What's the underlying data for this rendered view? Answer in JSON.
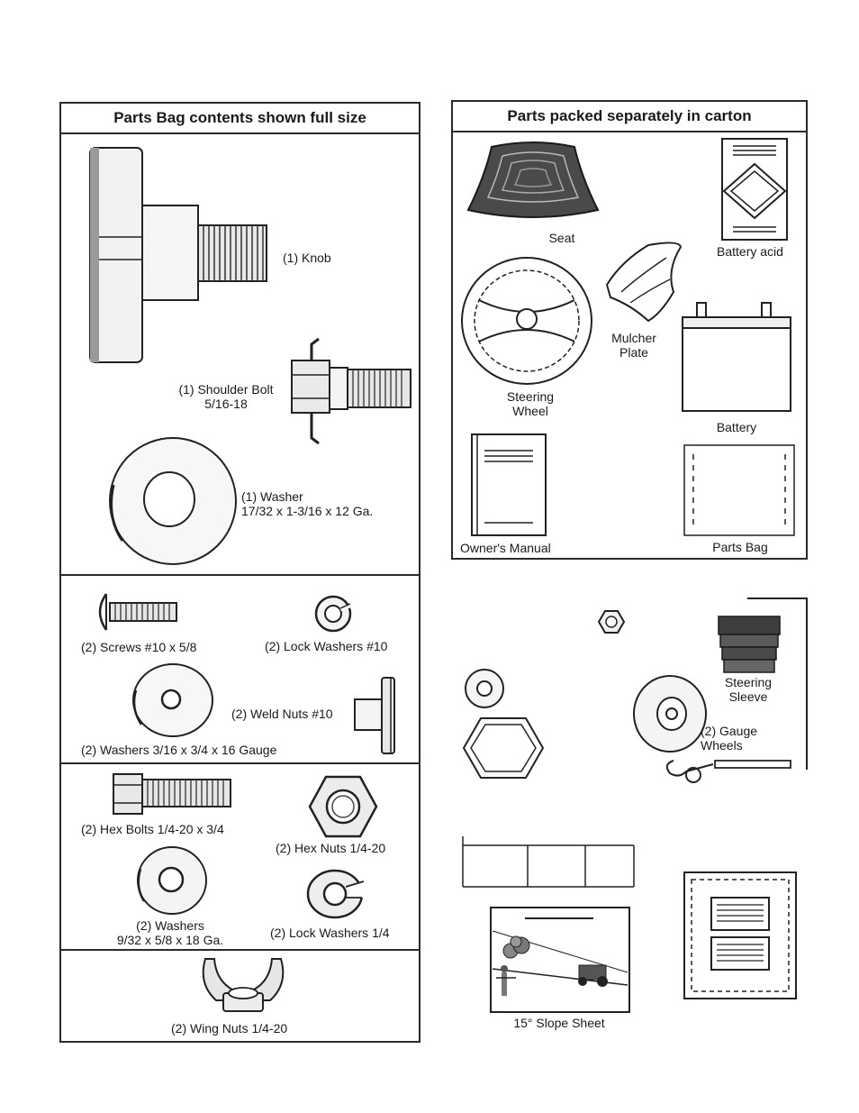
{
  "left_panel": {
    "title": "Parts Bag contents shown full size",
    "knob": "(1) Knob",
    "shoulder_bolt": [
      "(1) Shoulder Bolt",
      "5/16-18"
    ],
    "washer_large": [
      "(1) Washer",
      "17/32 x 1-3/16 x 12 Ga."
    ],
    "screws": "(2) Screws  #10 x 5/8",
    "lock_washers_10": "(2) Lock Washers  #10",
    "weld_nuts": "(2) Weld Nuts  #10",
    "washers_small": "(2) Washers  3/16 x 3/4 x 16 Gauge",
    "hex_bolts": "(2) Hex Bolts  1/4-20 x 3/4",
    "hex_nuts": "(2) Hex Nuts  1/4-20",
    "washers_mid": [
      "(2) Washers",
      "9/32  x 5/8 x 18 Ga."
    ],
    "lock_washers_14": "(2) Lock Washers  1/4",
    "wing_nuts": "(2) Wing Nuts  1/4-20"
  },
  "right_panel": {
    "title": "Parts packed separately in carton",
    "seat": "Seat",
    "battery_acid": "Battery acid",
    "mulcher_plate": [
      "Mulcher",
      "Plate"
    ],
    "steering_wheel": [
      "Steering",
      "Wheel"
    ],
    "battery": "Battery",
    "owners_manual": "Owner's Manual",
    "parts_bag": "Parts Bag"
  },
  "loose_items": {
    "steering_sleeve": [
      "Steering",
      "Sleeve"
    ],
    "gauge_wheels": [
      "(2) Gauge",
      "Wheels"
    ],
    "slope_sheet": "15° Slope Sheet"
  }
}
